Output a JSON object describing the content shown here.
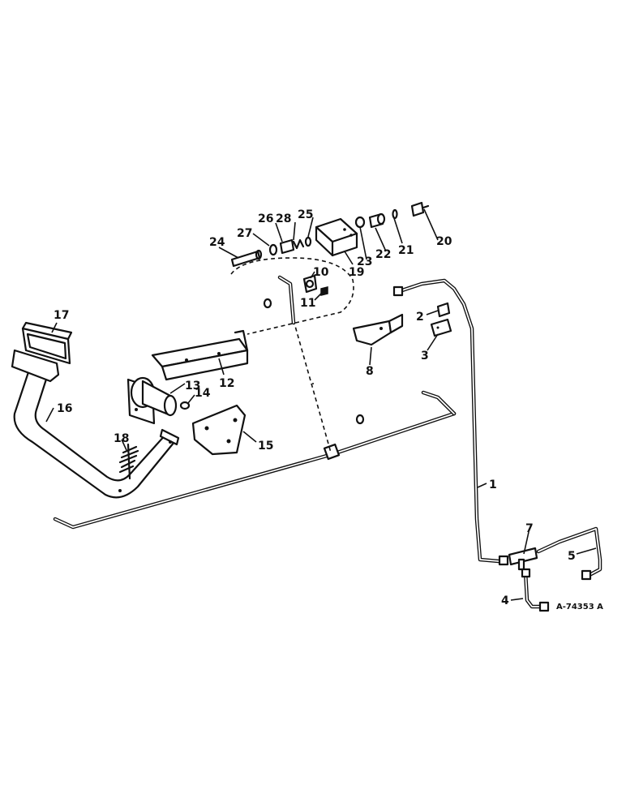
{
  "diagram": {
    "reference_code": "A-74353 A",
    "callouts": [
      {
        "id": "1",
        "label": "1"
      },
      {
        "id": "2",
        "label": "2"
      },
      {
        "id": "3",
        "label": "3"
      },
      {
        "id": "4",
        "label": "4"
      },
      {
        "id": "5",
        "label": "5"
      },
      {
        "id": "7",
        "label": "7"
      },
      {
        "id": "8",
        "label": "8"
      },
      {
        "id": "10",
        "label": "10"
      },
      {
        "id": "11",
        "label": "11"
      },
      {
        "id": "12",
        "label": "12"
      },
      {
        "id": "13",
        "label": "13"
      },
      {
        "id": "14",
        "label": "14"
      },
      {
        "id": "15",
        "label": "15"
      },
      {
        "id": "16",
        "label": "16"
      },
      {
        "id": "17",
        "label": "17"
      },
      {
        "id": "18",
        "label": "18"
      },
      {
        "id": "19",
        "label": "19"
      },
      {
        "id": "20",
        "label": "20"
      },
      {
        "id": "21",
        "label": "21"
      },
      {
        "id": "22",
        "label": "22"
      },
      {
        "id": "23",
        "label": "23"
      },
      {
        "id": "24",
        "label": "24"
      },
      {
        "id": "25",
        "label": "25"
      },
      {
        "id": "26",
        "label": "26"
      },
      {
        "id": "27",
        "label": "27"
      },
      {
        "id": "28",
        "label": "28"
      }
    ]
  }
}
